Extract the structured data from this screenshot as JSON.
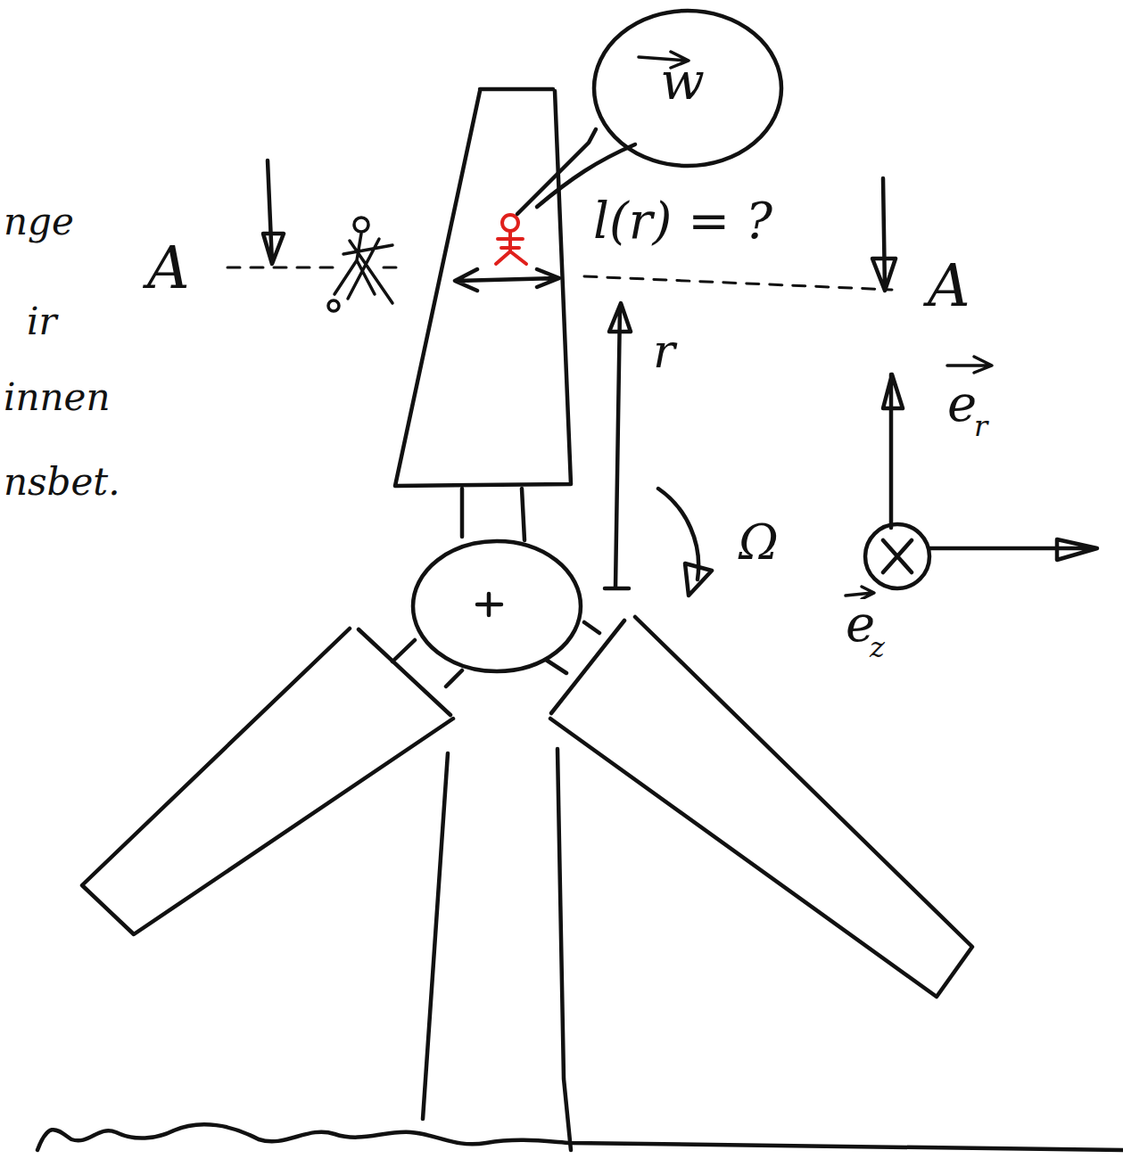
{
  "diagram": {
    "nodes": [
      {
        "text": [
          "w"
        ]
      }
    ],
    "labels": [
      "nge",
      "ir",
      "innen",
      "nsbet.",
      "A",
      "l(r) = ?",
      "A",
      "r",
      "Ω",
      "e",
      "r",
      "e",
      "z"
    ]
  }
}
